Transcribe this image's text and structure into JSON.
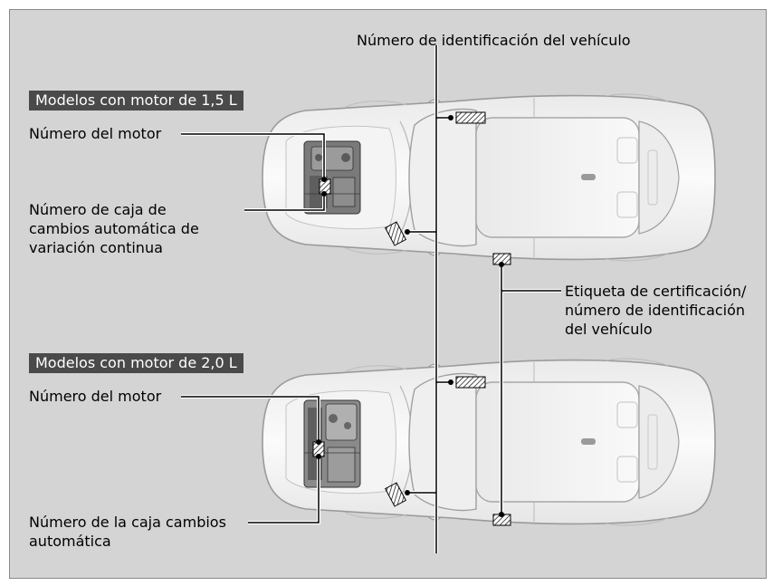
{
  "labels": {
    "vin_top": "Número de identificación del vehículo",
    "model_a": "Modelos con motor de 1,5 L",
    "model_b": "Modelos con motor de 2,0 L",
    "engine_number_a": "Número del motor",
    "cvt_line1": "Número de caja de",
    "cvt_line2": "cambios automática de",
    "cvt_line3": "variación continua",
    "cert_line1": "Etiqueta de certificación/",
    "cert_line2": "número de identificación",
    "cert_line3": "del vehículo",
    "engine_number_b": "Número del motor",
    "at_line1": "Número de la caja cambios",
    "at_line2": "automática"
  },
  "colors": {
    "panel_bg": "#d4d4d4",
    "badge_bg": "#4a4a4a",
    "badge_text": "#ffffff",
    "car_body": "#f6f6f6",
    "car_outline": "#9a9a9a",
    "leader_line": "#000000",
    "leader_casing": "#ffffff"
  }
}
